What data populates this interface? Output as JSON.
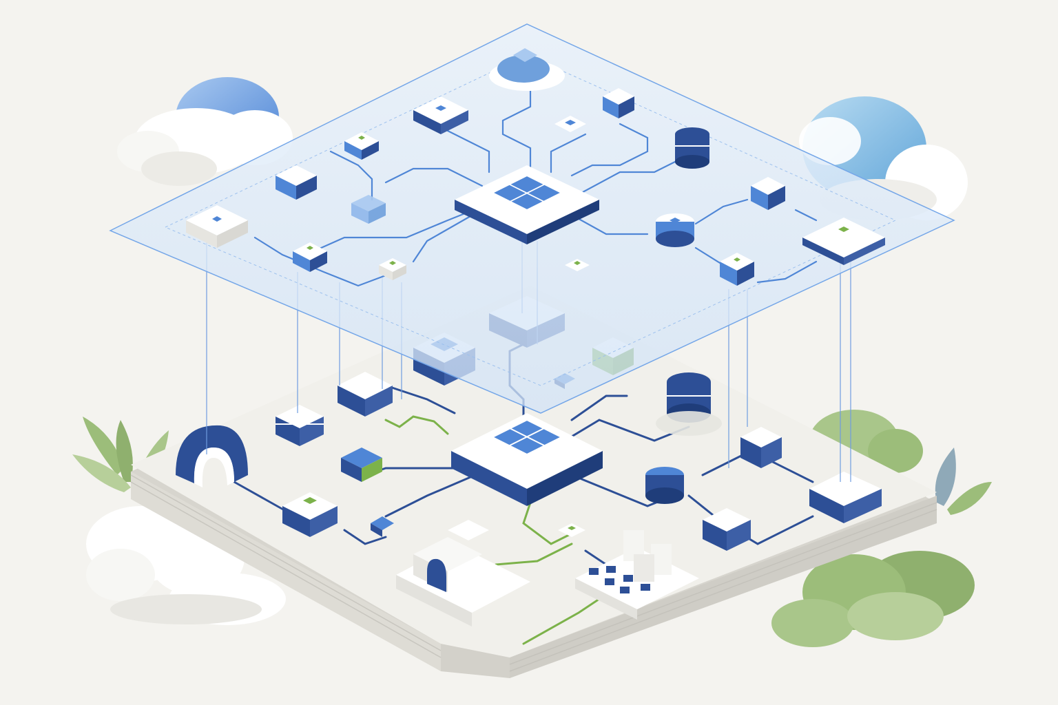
{
  "colors": {
    "background": "#f4f3ef",
    "paper": "#f2f1ec",
    "paper_edge": "#d9d7d0",
    "navy": "#2d4f96",
    "blue": "#4f86d6",
    "light_blue": "#8fb7ea",
    "glass": "#dbe8f8",
    "glass_edge": "#74a6e8",
    "green": "#7cb24a",
    "leaf": "#9cbd7a",
    "cloud": "#ffffff",
    "cloud_blue": "#6fa0dc"
  },
  "scene": {
    "upper_layer": {
      "role": "cloud-network-plane"
    },
    "lower_layer": {
      "role": "ground-infrastructure-platform"
    },
    "decor": [
      "cloud",
      "cloud",
      "cloud",
      "leaves",
      "leaves",
      "bush"
    ]
  }
}
